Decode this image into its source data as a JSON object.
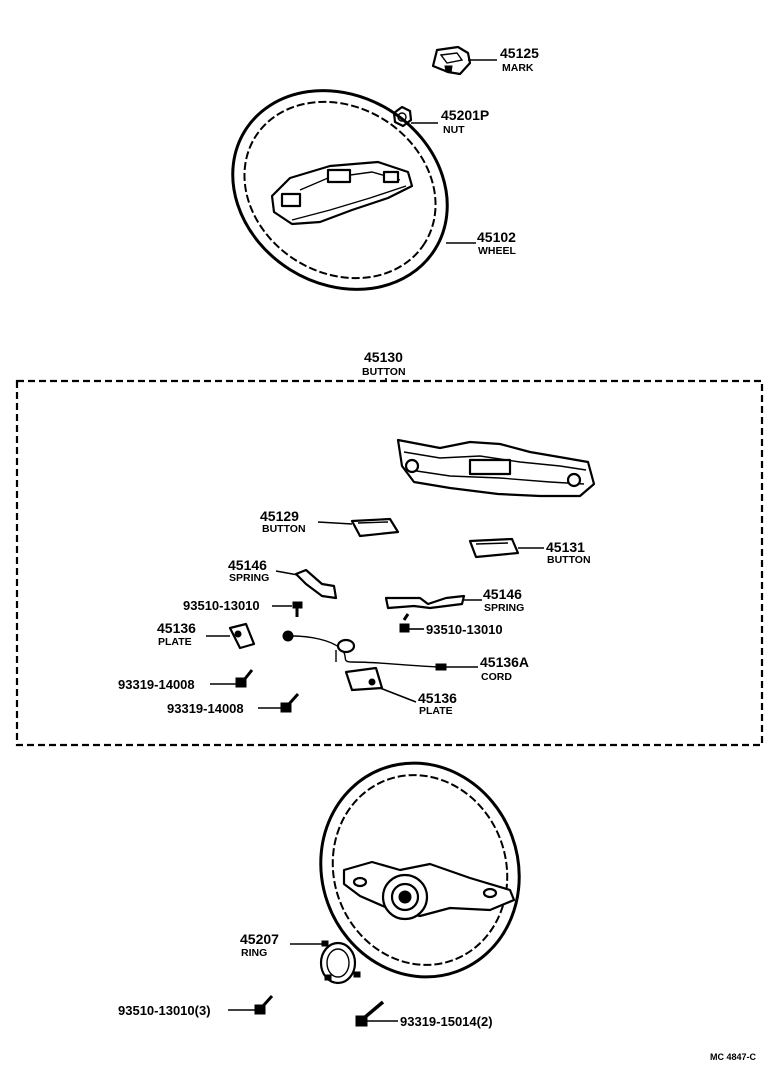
{
  "parts": {
    "mark": {
      "number": "45125",
      "name": "MARK"
    },
    "nut": {
      "number": "45201P",
      "name": "NUT"
    },
    "wheel": {
      "number": "45102",
      "name": "WHEEL"
    },
    "button_assy": {
      "number": "45130",
      "name": "BUTTON"
    },
    "button_left": {
      "number": "45129",
      "name": "BUTTON"
    },
    "button_right": {
      "number": "45131",
      "name": "BUTTON"
    },
    "spring_left": {
      "number": "45146",
      "name": "SPRING"
    },
    "spring_right": {
      "number": "45146",
      "name": "SPRING"
    },
    "screw_left": {
      "number": "93510-13010"
    },
    "screw_right": {
      "number": "93510-13010"
    },
    "plate_left": {
      "number": "45136",
      "name": "PLATE"
    },
    "plate_right": {
      "number": "45136",
      "name": "PLATE"
    },
    "cord": {
      "number": "45136A",
      "name": "CORD"
    },
    "bolt_upper": {
      "number": "93319-14008"
    },
    "bolt_lower": {
      "number": "93319-14008"
    },
    "ring": {
      "number": "45207",
      "name": "RING"
    },
    "screw_ring": {
      "number": "93510-13010(3)"
    },
    "bolt_ring": {
      "number": "93319-15014(2)"
    }
  },
  "footer": {
    "reference": "MC 4847-C"
  }
}
